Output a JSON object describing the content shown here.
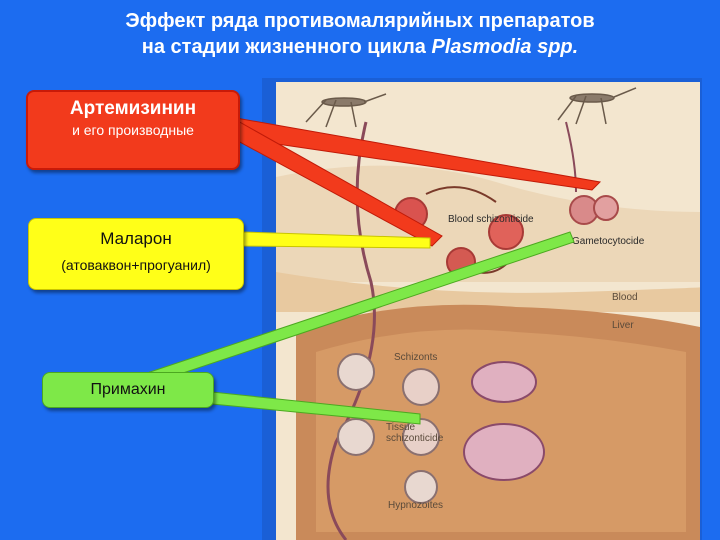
{
  "title": {
    "line1": "Эффект ряда противомалярийных препаратов",
    "line2_prefix": "на стадии жизненного цикла ",
    "line2_italic": "Plasmodia spp."
  },
  "drugs": {
    "artemisinin": {
      "name": "Артемизинин",
      "detail": "и его производные",
      "color": "#f23a1c"
    },
    "malarone": {
      "name": "Маларон",
      "detail": "(атоваквон+прогуанил)",
      "color": "#ffff18"
    },
    "primaquine": {
      "name": "Примахин",
      "color": "#7ee848"
    }
  },
  "figure_labels": {
    "blood_schizonticide": "Blood schizonticide",
    "gametocytocide": "Gametocytocide",
    "blood": "Blood",
    "liver": "Liver",
    "schizonts": "Schizonts",
    "tissue_schizonticide": "Tissue schizonticide",
    "hypnozoites": "Hypnozoites"
  }
}
